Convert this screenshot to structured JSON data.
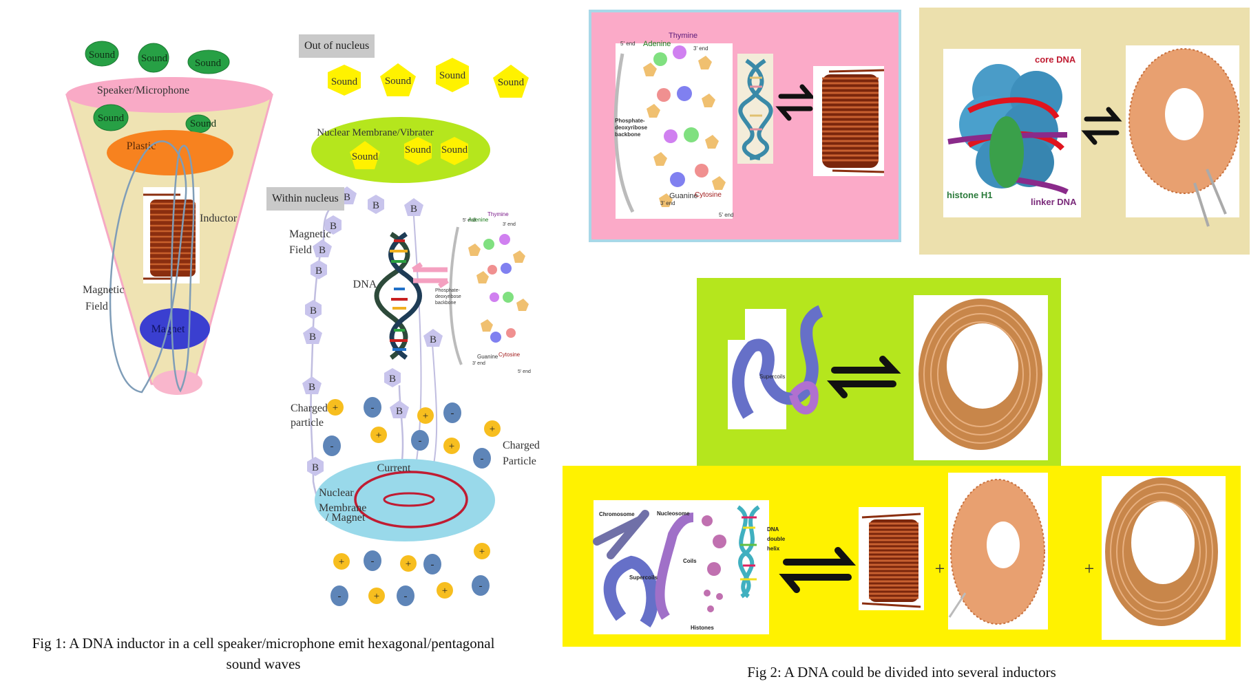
{
  "fig1": {
    "caption_line1": "Fig 1: A DNA inductor in a cell speaker/microphone emit hexagonal/pentagonal",
    "caption_line2": "sound waves",
    "speaker": {
      "rim_label": "Speaker/Microphone",
      "plastic_label": "Plastic",
      "inductor_label": "Inductor",
      "magnet_label": "Magnet",
      "field_label_1": "Magnetic",
      "field_label_2": "Field",
      "sound_label": "Sound"
    },
    "nucleus": {
      "out_label": "Out of nucleus",
      "within_label": "Within nucleus",
      "membrane_label": "Nuclear Membrane/Vibrater",
      "sound_label": "Sound",
      "field_label_1": "Magnetic",
      "field_label_2": "Field",
      "dna_label": "DNA",
      "base_label": "B",
      "charged_left_1": "Charged",
      "charged_left_2": "particle",
      "charged_right_1": "Charged",
      "charged_right_2": "Particle",
      "current_label": "Current",
      "magnet_label_1": "Nuclear",
      "magnet_label_2": "Membrane",
      "magnet_label_3": "/ Magnet",
      "plus": "+",
      "minus": "-",
      "molecule": {
        "thymine": "Thymine",
        "adenine": "Adenine",
        "guanine": "Guanine",
        "cytosine": "Cytosine",
        "five_end": "5' end",
        "three_end": "3' end",
        "backbone_1": "Phosphate-",
        "backbone_2": "deoxyribose",
        "backbone_3": "backbone"
      }
    }
  },
  "fig2": {
    "caption": "Fig 2: A DNA could be divided into several inductors",
    "colors": {
      "pink": "#fbaac8",
      "tan": "#ece0ad",
      "lime": "#b5e61d",
      "yellow": "#fff200",
      "border_blue": "#a8d8e8"
    },
    "panel1": {
      "molecule": {
        "thymine": "Thymine",
        "adenine": "Adenine",
        "guanine": "Guanine",
        "cytosine": "Cytosine",
        "five_end": "5' end",
        "three_end": "3' end",
        "backbone_1": "Phosphate-",
        "backbone_2": "deoxyribose",
        "backbone_3": "backbone"
      }
    },
    "panel2": {
      "core_dna": "core DNA",
      "histone": "histone H1",
      "linker_dna": "linker DNA"
    },
    "panel3": {
      "supercoils": "Supercoils"
    },
    "panel4": {
      "chromosome": "Chromosome",
      "nucleosome": "Nucleosome",
      "coils": "Coils",
      "supercoils": "Supercoils",
      "histones": "Histones",
      "dna_1": "DNA",
      "dna_2": "double",
      "dna_3": "helix",
      "plus": "+"
    },
    "equilibrium_symbol": "⇌"
  }
}
